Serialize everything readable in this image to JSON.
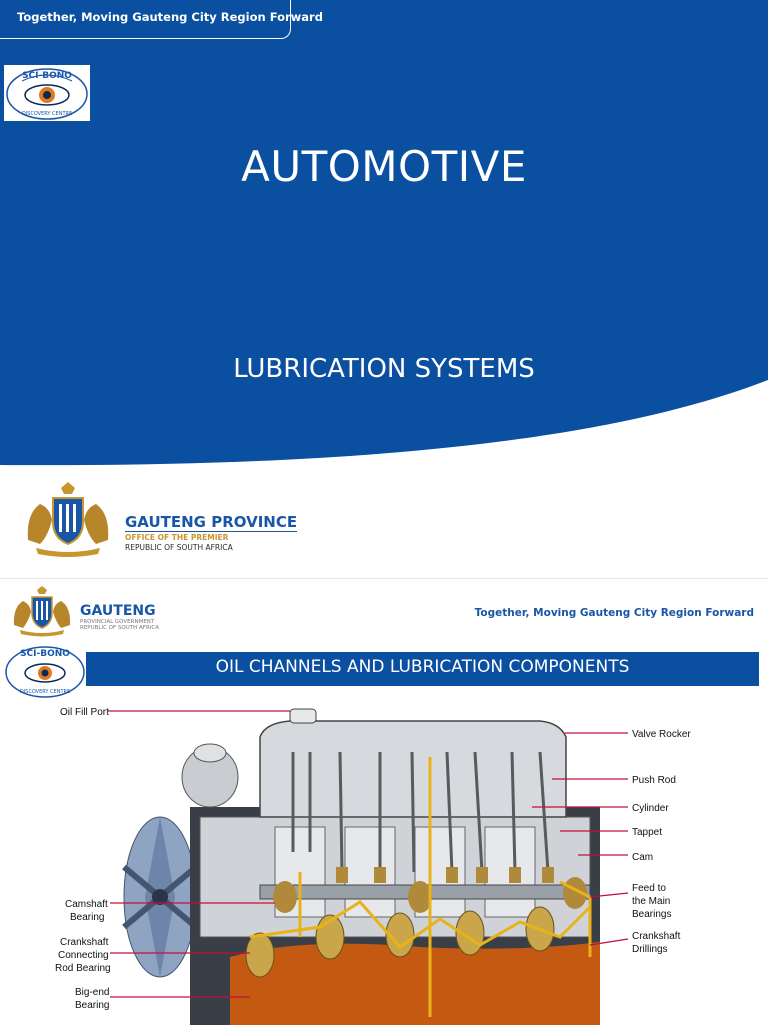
{
  "slide1": {
    "tagline": "Together, Moving Gauteng City Region Forward",
    "title": "AUTOMOTIVE",
    "subtitle": "LUBRICATION SYSTEMS",
    "logo_text": {
      "top": "SCI-BONO",
      "bottom": "DISCOVERY CENTRE"
    },
    "province": {
      "name": "GAUTENG PROVINCE",
      "office": "OFFICE OF THE PREMIER",
      "republic": "REPUBLIC OF SOUTH AFRICA"
    },
    "colors": {
      "brand_blue": "#0a4fa0",
      "gold": "#c8962e"
    }
  },
  "slide2": {
    "gauteng_name": "GAUTENG",
    "gauteng_sub1": "PROVINCIAL GOVERNMENT",
    "gauteng_sub2": "REPUBLIC OF SOUTH AFRICA",
    "tagline": "Together, Moving Gauteng City Region Forward",
    "banner": "OIL CHANNELS AND LUBRICATION COMPONENTS",
    "labels": {
      "oil_fill_port": "Oil Fill Port",
      "valve_rocker": "Valve Rocker",
      "push_rod": "Push Rod",
      "cylinder": "Cylinder",
      "tappet": "Tappet",
      "cam": "Cam",
      "feed_to": "Feed to",
      "the_main": "the Main",
      "bearings": "Bearings",
      "crankshaft": "Crankshaft",
      "drillings": "Drillings",
      "camshaft": "Camshaft",
      "bearing": "Bearing",
      "crankshaft_conn": "Crankshaft",
      "connecting": "Connecting",
      "rod_bearing": "Rod Bearing",
      "big_end": "Big-end",
      "big_end_bearing": "Bearing"
    }
  }
}
